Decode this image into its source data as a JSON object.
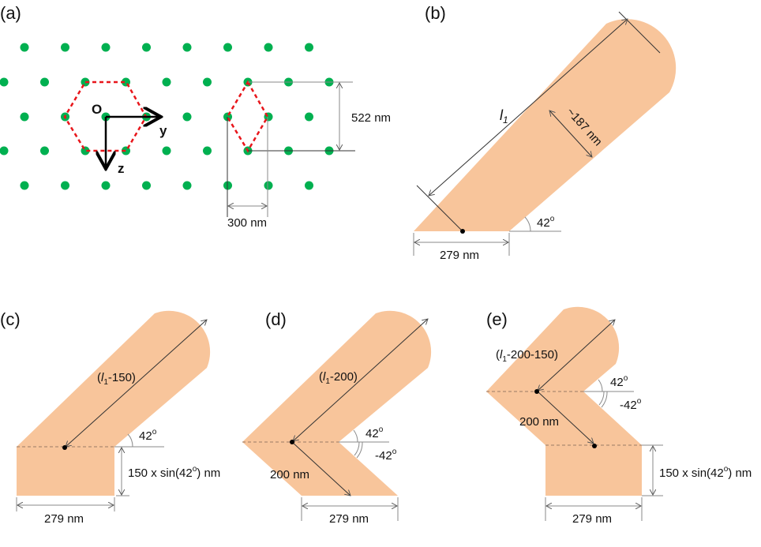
{
  "figure": {
    "panels": {
      "a": {
        "label": "(a)",
        "origin_label": "O",
        "y_axis_label": "y",
        "z_axis_label": "z",
        "lattice_period_z": "522 nm",
        "lattice_period_y": "300 nm",
        "dot_color": "#00b050",
        "unit_cell_color": "#e8161b",
        "lattice_rows": 5,
        "lattice_cols_odd_rows": 8,
        "lattice_cols_even_rows": 9
      },
      "b": {
        "label": "(b)",
        "length_label_main": "l",
        "length_label_sub": "1",
        "width_label": "~187 nm",
        "angle_label": "42",
        "angle_unit": "o",
        "base_label": "279 nm"
      },
      "c": {
        "label": "(c)",
        "length_label_pre": "(",
        "length_label_main": "l",
        "length_label_sub": "1",
        "length_label_post": "-150)",
        "angle_label": "42",
        "angle_unit": "o",
        "height_label_pre": "150 x sin(42",
        "height_label_sup": "o",
        "height_label_post": ") nm",
        "base_label": "279 nm"
      },
      "d": {
        "label": "(d)",
        "length_label_pre": "(",
        "length_label_main": "l",
        "length_label_sub": "1",
        "length_label_post": "-200)",
        "angle_pos_label": "42",
        "angle_neg_label": "-42",
        "angle_unit": "o",
        "segment_label": "200 nm",
        "base_label": "279 nm"
      },
      "e": {
        "label": "(e)",
        "length_label_pre": "(",
        "length_label_main": "l",
        "length_label_sub": "1",
        "length_label_post": "-200-150)",
        "angle_pos_label": "42",
        "angle_neg_label": "-42",
        "angle_unit": "o",
        "segment_label": "200 nm",
        "height_label_pre": "150 x sin(42",
        "height_label_sup": "o",
        "height_label_post": ") nm",
        "base_label": "279 nm"
      }
    },
    "shape_color": "#f8c59b"
  }
}
